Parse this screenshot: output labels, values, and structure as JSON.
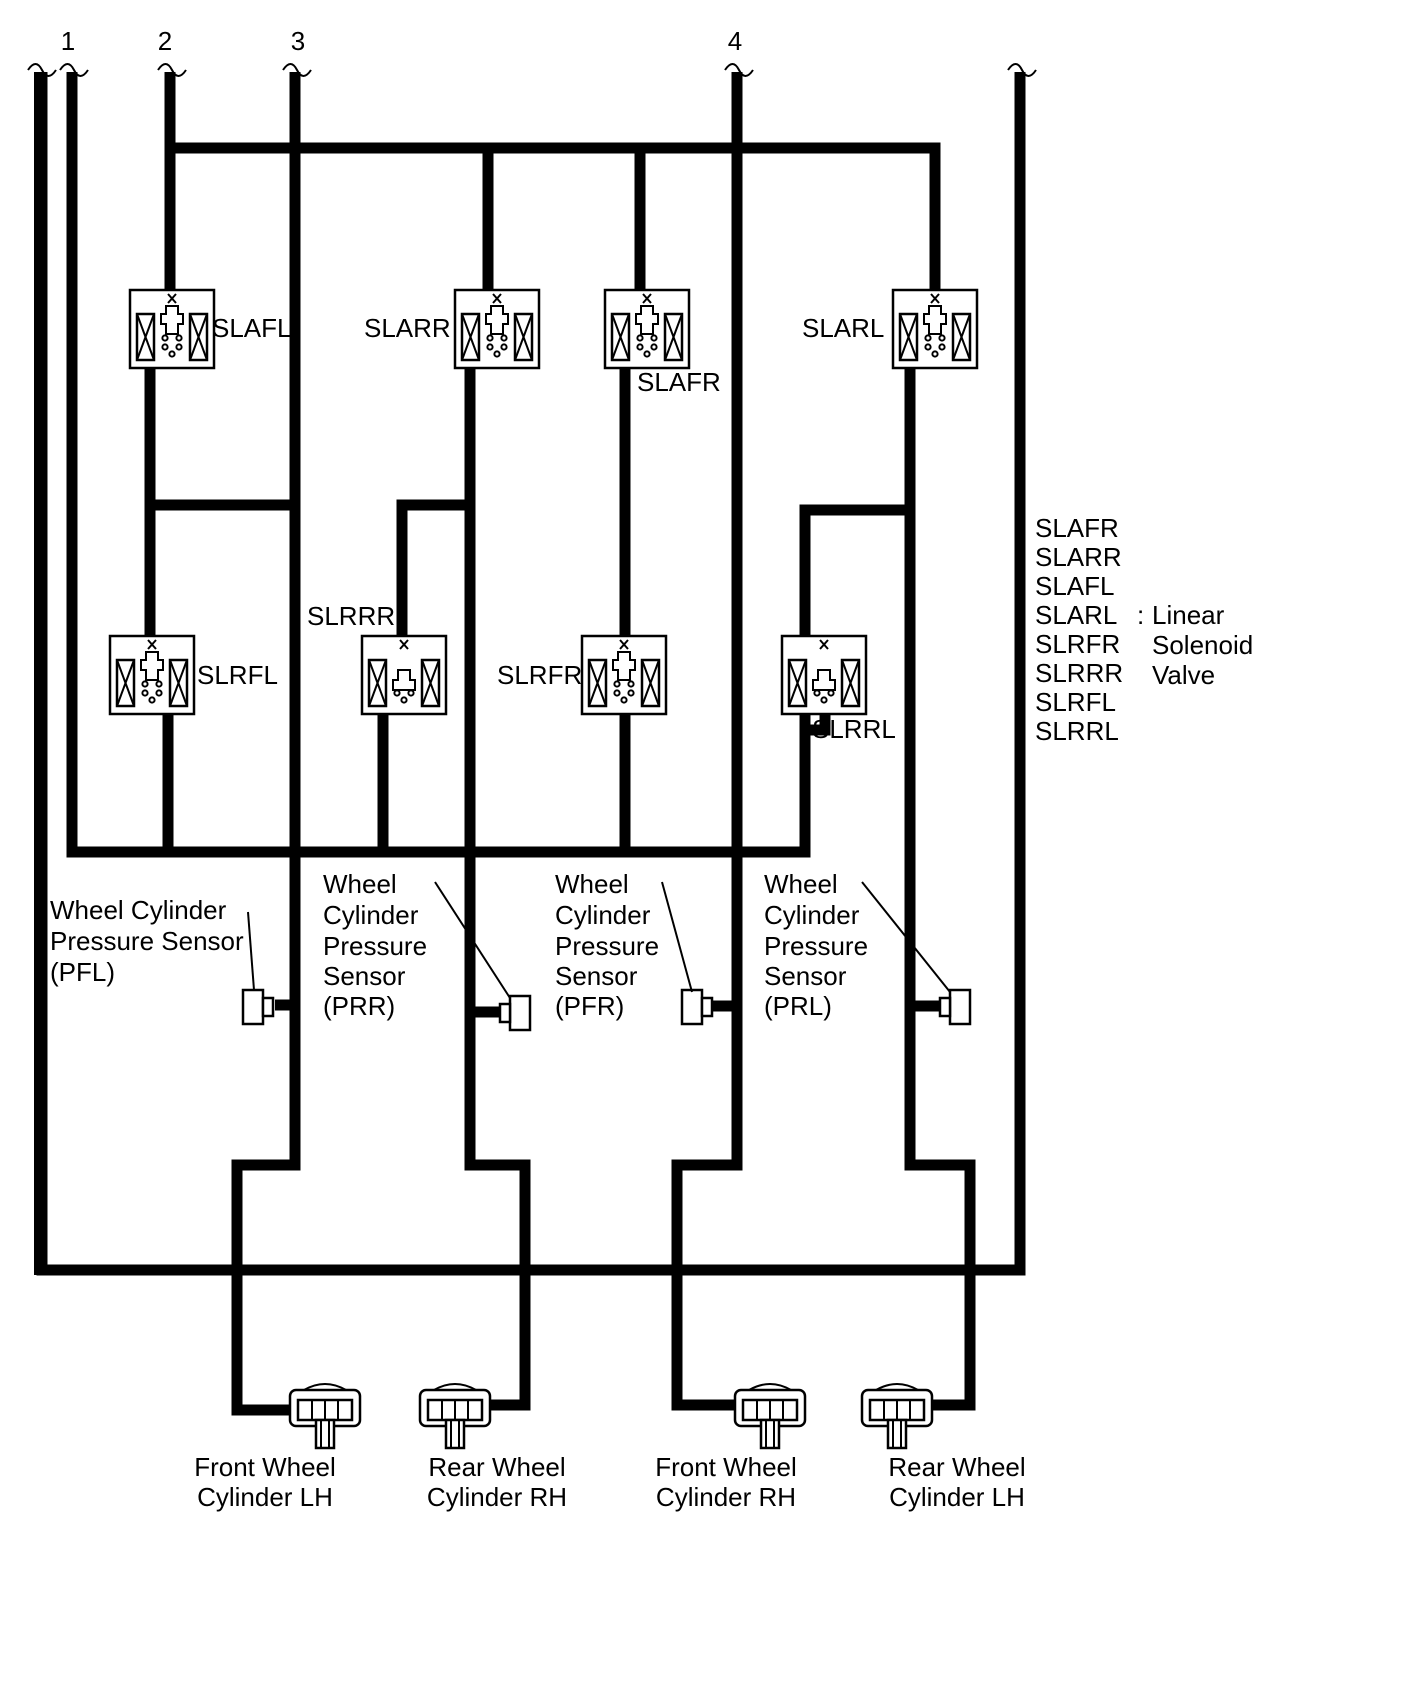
{
  "line_numbers": [
    "1",
    "2",
    "3",
    "4"
  ],
  "valves": {
    "slafl": "SLAFL",
    "slarr": "SLARR",
    "slafr": "SLAFR",
    "slarl": "SLARL",
    "slrfl": "SLRFL",
    "slrrr": "SLRRR",
    "slrfr": "SLRFR",
    "slrrl": "SLRRL"
  },
  "legend": {
    "items": [
      "SLAFR",
      "SLARR",
      "SLAFL",
      "SLARL",
      "SLRFR",
      "SLRRR",
      "SLRFL",
      "SLRRL"
    ],
    "separator": ":",
    "meaning": [
      "Linear",
      "Solenoid",
      "Valve"
    ]
  },
  "sensors": {
    "pfl": [
      "Wheel Cylinder",
      "Pressure Sensor",
      "(PFL)"
    ],
    "prr": [
      "Wheel",
      "Cylinder",
      "Pressure",
      "Sensor",
      "(PRR)"
    ],
    "pfr": [
      "Wheel",
      "Cylinder",
      "Pressure",
      "Sensor",
      "(PFR)"
    ],
    "prl": [
      "Wheel",
      "Cylinder",
      "Pressure",
      "Sensor",
      "(PRL)"
    ]
  },
  "wheels": {
    "front_lh": [
      "Front Wheel",
      "Cylinder LH"
    ],
    "rear_rh": [
      "Rear Wheel",
      "Cylinder RH"
    ],
    "front_rh": [
      "Front Wheel",
      "Cylinder RH"
    ],
    "rear_lh": [
      "Rear Wheel",
      "Cylinder LH"
    ]
  }
}
